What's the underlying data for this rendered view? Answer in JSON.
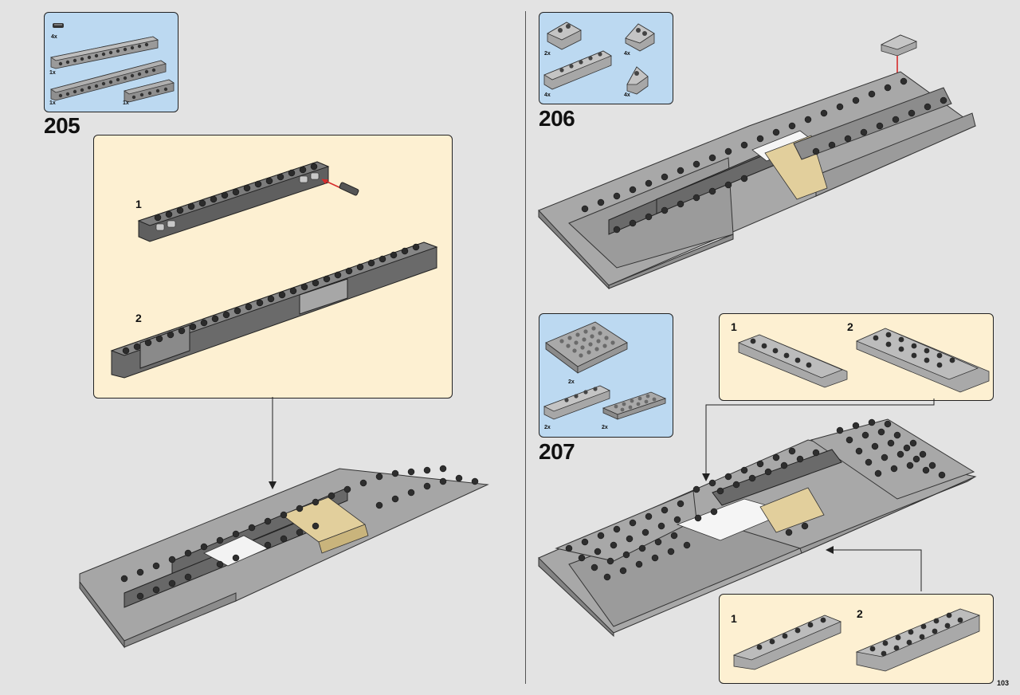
{
  "page": {
    "number": "103"
  },
  "colors": {
    "background": "#e3e3e3",
    "parts_box": "#bcd9f1",
    "callout_box": "#fdf0d2",
    "dark_gray": "#6b6b6b",
    "light_gray": "#a4a4a4",
    "tan": "#e2cf9c",
    "arrow_red": "#d62b2b"
  },
  "steps": [
    {
      "number": "205",
      "parts": [
        {
          "qty": "4x",
          "part": "axle-pin-icon"
        },
        {
          "qty": "1x",
          "part": "technic-brick-1x14-icon"
        },
        {
          "qty": "1x",
          "part": "technic-brick-1x16-icon"
        },
        {
          "qty": "1x",
          "part": "technic-brick-1x6-icon"
        }
      ],
      "substeps": [
        "1",
        "2"
      ]
    },
    {
      "number": "206",
      "parts": [
        {
          "qty": "2x",
          "part": "slope-2x2-icon"
        },
        {
          "qty": "4x",
          "part": "slope-2x2-inverted-icon"
        },
        {
          "qty": "4x",
          "part": "slope-2x8-icon"
        },
        {
          "qty": "4x",
          "part": "slope-peak-icon"
        }
      ]
    },
    {
      "number": "207",
      "parts": [
        {
          "qty": "2x",
          "part": "plate-6x6-icon"
        },
        {
          "qty": "2x",
          "part": "slope-2x6-icon"
        },
        {
          "qty": "2x",
          "part": "plate-2x6-icon"
        }
      ],
      "substeps_top": [
        "1",
        "2"
      ],
      "substeps_bottom": [
        "1",
        "2"
      ]
    }
  ]
}
